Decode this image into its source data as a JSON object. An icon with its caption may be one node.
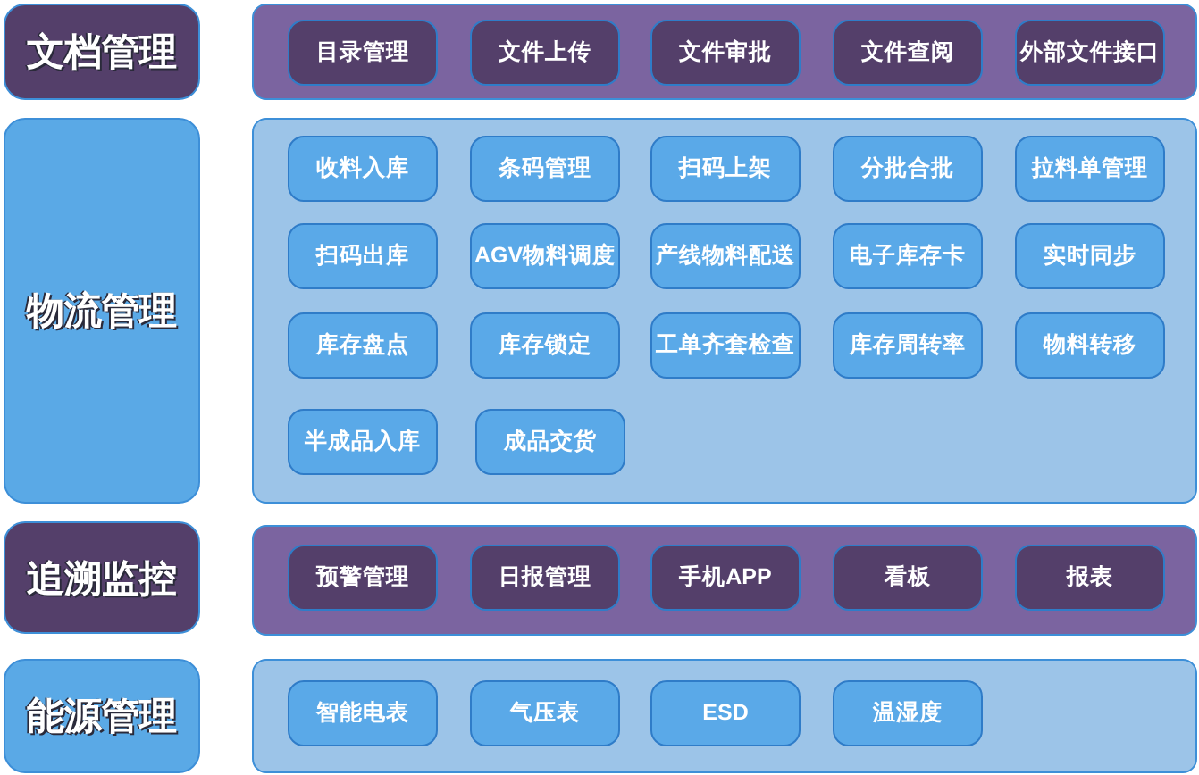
{
  "diagram": {
    "nodes": [
      {
        "text": [
          "文档管理"
        ]
      },
      {
        "text": [],
        "shape": "box"
      },
      {
        "text": [
          "目录管理"
        ],
        "in": 1
      },
      {
        "text": [
          "文件上传"
        ],
        "in": 1
      },
      {
        "text": [
          "文件审批"
        ],
        "in": 1
      },
      {
        "text": [
          "文件查阅"
        ],
        "in": 1
      },
      {
        "text": [
          "外部文件接口"
        ],
        "in": 1
      },
      {
        "text": [
          "物流管理"
        ]
      },
      {
        "text": [],
        "shape": "box"
      },
      {
        "text": [
          "收料入库"
        ],
        "in": 8
      },
      {
        "text": [
          "条码管理"
        ],
        "in": 8
      },
      {
        "text": [
          "扫码上架"
        ],
        "in": 8
      },
      {
        "text": [
          "分批合批"
        ],
        "in": 8
      },
      {
        "text": [
          "拉料单管理"
        ],
        "in": 8
      },
      {
        "text": [
          "扫码出库"
        ],
        "in": 8
      },
      {
        "text": [
          "AGV物料调度"
        ],
        "in": 8
      },
      {
        "text": [
          "产线物料配送"
        ],
        "in": 8
      },
      {
        "text": [
          "电子库存卡"
        ],
        "in": 8
      },
      {
        "text": [
          "实时同步"
        ],
        "in": 8
      },
      {
        "text": [
          "库存盘点"
        ],
        "in": 8
      },
      {
        "text": [
          "库存锁定"
        ],
        "in": 8
      },
      {
        "text": [
          "工单齐套检查"
        ],
        "in": 8
      },
      {
        "text": [
          "库存周转率"
        ],
        "in": 8
      },
      {
        "text": [
          "物料转移"
        ],
        "in": 8
      },
      {
        "text": [
          "半成品入库"
        ],
        "in": 8
      },
      {
        "text": [
          "成品交货"
        ],
        "in": 8
      },
      {
        "text": [
          "追溯监控"
        ]
      },
      {
        "text": [],
        "shape": "box"
      },
      {
        "text": [
          "预警管理"
        ],
        "in": 27
      },
      {
        "text": [
          "日报管理"
        ],
        "in": 27
      },
      {
        "text": [
          "手机APP"
        ],
        "in": 27
      },
      {
        "text": [
          "看板"
        ],
        "in": 27
      },
      {
        "text": [
          "报表"
        ],
        "in": 27
      },
      {
        "text": [
          "能源管理"
        ]
      },
      {
        "text": [],
        "shape": "box"
      },
      {
        "text": [
          "智能电表"
        ],
        "in": 34
      },
      {
        "text": [
          "气压表"
        ],
        "in": 34
      },
      {
        "text": [
          "ESD"
        ],
        "in": 34
      },
      {
        "text": [
          "温湿度"
        ],
        "in": 34
      }
    ]
  }
}
